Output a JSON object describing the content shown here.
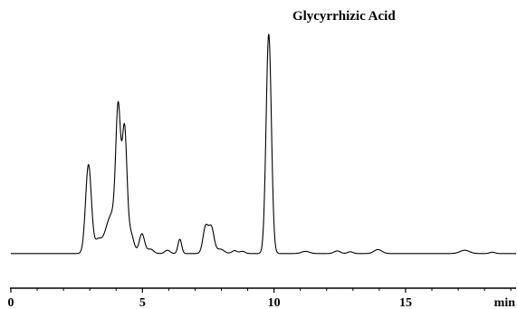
{
  "chart_data": {
    "type": "line",
    "title": "",
    "xlabel": "",
    "ylabel": "",
    "x_unit_label": "min",
    "xlim": [
      0,
      19.2
    ],
    "ylim": [
      0,
      100
    ],
    "grid": false,
    "legend": "none",
    "x_ticks": [
      {
        "value": 0,
        "label": "0"
      },
      {
        "value": 5,
        "label": "5"
      },
      {
        "value": 10,
        "label": "10"
      },
      {
        "value": 15,
        "label": "15"
      }
    ],
    "annotations": [
      {
        "text": "Glycyrrhizic Acid",
        "x": 9.8,
        "y": 100
      }
    ],
    "series": [
      {
        "color": "#000000",
        "baseline": 0.5,
        "peaks": [
          {
            "rt": 2.95,
            "height": 40.5,
            "width": 0.11
          },
          {
            "rt": 3.3,
            "height": 5.0,
            "width": 0.12
          },
          {
            "rt": 3.85,
            "height": 18.0,
            "width": 0.25
          },
          {
            "rt": 4.08,
            "height": 56.0,
            "width": 0.09
          },
          {
            "rt": 4.32,
            "height": 53.0,
            "width": 0.09
          },
          {
            "rt": 4.55,
            "height": 9.0,
            "width": 0.12
          },
          {
            "rt": 4.98,
            "height": 9.0,
            "width": 0.1
          },
          {
            "rt": 5.3,
            "height": 2.0,
            "width": 0.12
          },
          {
            "rt": 5.95,
            "height": 1.5,
            "width": 0.1
          },
          {
            "rt": 6.42,
            "height": 6.5,
            "width": 0.07
          },
          {
            "rt": 7.4,
            "height": 12.0,
            "width": 0.1
          },
          {
            "rt": 7.62,
            "height": 11.5,
            "width": 0.1
          },
          {
            "rt": 7.95,
            "height": 2.0,
            "width": 0.15
          },
          {
            "rt": 8.5,
            "height": 1.3,
            "width": 0.1
          },
          {
            "rt": 8.8,
            "height": 1.0,
            "width": 0.1
          },
          {
            "rt": 9.8,
            "height": 100.0,
            "width": 0.1
          },
          {
            "rt": 11.2,
            "height": 1.0,
            "width": 0.15
          },
          {
            "rt": 12.4,
            "height": 1.2,
            "width": 0.12
          },
          {
            "rt": 12.9,
            "height": 0.8,
            "width": 0.1
          },
          {
            "rt": 13.95,
            "height": 1.8,
            "width": 0.15
          },
          {
            "rt": 17.25,
            "height": 1.5,
            "width": 0.18
          },
          {
            "rt": 18.3,
            "height": 0.6,
            "width": 0.1
          }
        ]
      }
    ]
  }
}
